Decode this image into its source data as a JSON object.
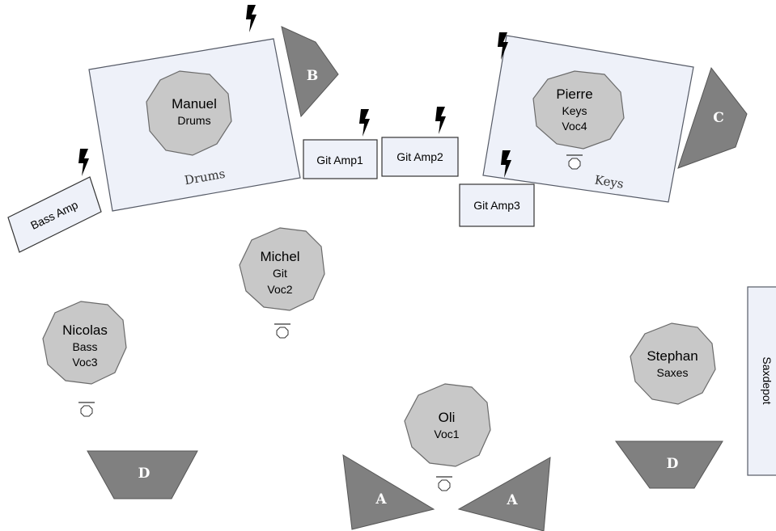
{
  "risers": {
    "drums": "Drums",
    "keys": "Keys"
  },
  "amps": {
    "bass": "Bass Amp",
    "git1": "Git Amp1",
    "git2": "Git Amp2",
    "git3": "Git Amp3"
  },
  "saxdepot": "Saxdepot",
  "monitors": {
    "b": "B",
    "c": "C",
    "d_left": "D",
    "d_right": "D",
    "a_left": "A",
    "a_right": "A"
  },
  "musicians": {
    "manuel": {
      "name": "Manuel",
      "role": "Drums"
    },
    "pierre": {
      "name": "Pierre",
      "role": "Keys",
      "voc": "Voc4"
    },
    "michel": {
      "name": "Michel",
      "role": "Git",
      "voc": "Voc2"
    },
    "nicolas": {
      "name": "Nicolas",
      "role": "Bass",
      "voc": "Voc3"
    },
    "oli": {
      "name": "Oli",
      "voc": "Voc1"
    },
    "stephan": {
      "name": "Stephan",
      "role": "Saxes"
    }
  },
  "icons": {
    "power": "lightning-bolt-icon",
    "mic": "microphone-icon"
  },
  "colors": {
    "riser_fill": "#eef1f9",
    "monitor_fill": "#808080",
    "musician_fill": "#c8c8c8"
  }
}
